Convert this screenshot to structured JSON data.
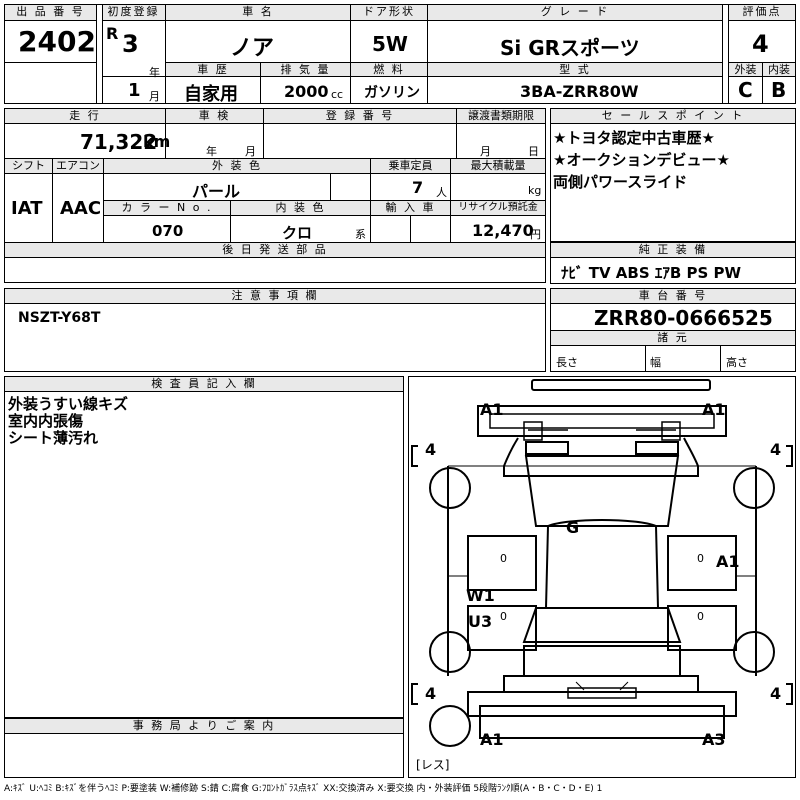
{
  "lot": {
    "label": "出 品 番 号",
    "value": "2402"
  },
  "first_reg": {
    "label": "初度登録",
    "era": "R",
    "year": "3",
    "year_unit": "年",
    "month": "1",
    "month_unit": "月"
  },
  "car_name": {
    "label": "車 名",
    "value": "ノア"
  },
  "doors": {
    "label": "ドア形状",
    "value": "5W"
  },
  "grade": {
    "label": "グ レ ー ド",
    "value": "Si GRスポーツ"
  },
  "score": {
    "label": "評価点",
    "value": "4"
  },
  "history": {
    "label": "車 歴",
    "value": "自家用"
  },
  "displacement": {
    "label": "排 気 量",
    "value": "2000",
    "unit": "cc"
  },
  "fuel": {
    "label": "燃 料",
    "value": "ガソリン"
  },
  "model": {
    "label": "型 式",
    "value": "3BA-ZRR80W"
  },
  "exterior": {
    "label": "外装",
    "value": "C"
  },
  "interior": {
    "label": "内装",
    "value": "B"
  },
  "mileage": {
    "label": "走 行",
    "value": "71,322",
    "unit": "km"
  },
  "inspection": {
    "label": "車 検",
    "year_unit": "年",
    "month_unit": "月"
  },
  "registration": {
    "label": "登 録 番 号"
  },
  "transfer_deadline": {
    "label": "譲渡書類期限",
    "month_unit": "月",
    "day_unit": "日"
  },
  "sales_point": {
    "label": "セ ー ル ス ポ イ ン ト",
    "lines": [
      "★トヨタ認定中古車歴★",
      "★オークションデビュー★",
      "両側パワースライド"
    ]
  },
  "shift": {
    "label": "シフト",
    "value": "IAT"
  },
  "aircon": {
    "label": "エアコン",
    "value": "AAC"
  },
  "color": {
    "label": "外 装 色",
    "value": "パール"
  },
  "capacity": {
    "label": "乗車定員",
    "value": "7",
    "unit": "人"
  },
  "max_load": {
    "label": "最大積載量",
    "unit": "kg"
  },
  "color_no": {
    "label": "カ ラ ー N o .",
    "value": "070"
  },
  "int_color": {
    "label": "内 装 色",
    "value": "クロ",
    "unit": "系"
  },
  "import": {
    "label": "輸 入 車"
  },
  "recycle": {
    "label": "リサイクル預託金",
    "value": "12,470",
    "unit": "円"
  },
  "later_parts": {
    "label": "後 日 発 送 部 品"
  },
  "equipment": {
    "label": "純 正 装 備",
    "value": "ﾅﾋﾞ TV ABS ｴｱB PS PW"
  },
  "notes": {
    "label": "注 意 事 項 欄",
    "value": "NSZT-Y68T"
  },
  "chassis": {
    "label": "車 台 番 号",
    "value": "ZRR80-0666525"
  },
  "specs": {
    "label": "諸 元",
    "length": "長さ",
    "width": "幅",
    "height": "高さ"
  },
  "inspector": {
    "label": "検 査 員 記 入 欄",
    "lines": [
      "外装うすい線キズ",
      "室内内張傷",
      "シート薄汚れ"
    ]
  },
  "office": {
    "label": "事 務 局 よ り ご 案 内"
  },
  "diagram": {
    "front_left": "A1",
    "front_right": "A1",
    "tire_fl": "4",
    "tire_fr": "4",
    "tire_rl": "4",
    "tire_rr": "4",
    "roof": "G",
    "right_side": "A1",
    "left_w": "W1",
    "left_u": "U3",
    "rear_left": "A1",
    "rear_right": "A3",
    "spare": "レス",
    "zero_1": "0",
    "zero_2": "0",
    "zero_3": "0",
    "zero_4": "0"
  },
  "legend": "A:ｷｽﾞ U:ﾍｺﾐ B:ｷｽﾞを伴うﾍｺﾐ P:要塗装 W:補修跡 S:錆 C:腐食 G:ﾌﾛﾝﾄｶﾞﾗｽ点ｷｽﾞ XX:交換済み X:要交換 内・外装評価 5段階ﾗﾝｸ順(A・B・C・D・E) 1"
}
